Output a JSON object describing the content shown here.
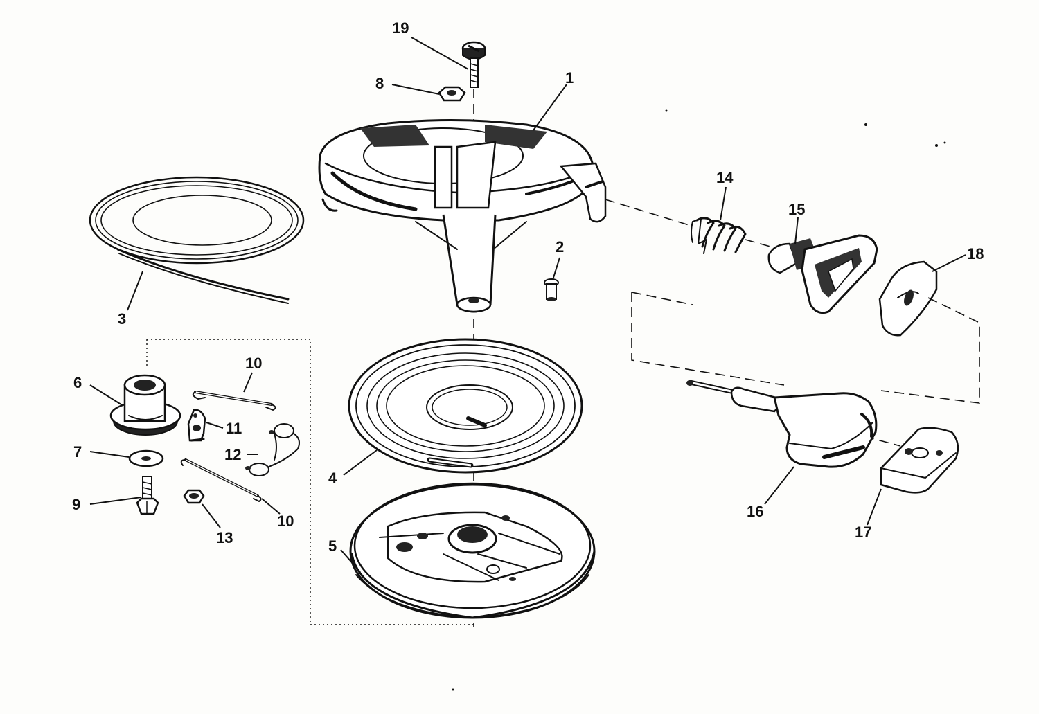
{
  "callouts": {
    "c1": "1",
    "c2": "2",
    "c3": "3",
    "c4": "4",
    "c5": "5",
    "c6": "6",
    "c7": "7",
    "c8": "8",
    "c9": "9",
    "c10a": "10",
    "c10b": "10",
    "c11": "11",
    "c12": "12",
    "c13": "13",
    "c14": "14",
    "c15": "15",
    "c16": "16",
    "c17": "17",
    "c18": "18",
    "c19": "19"
  },
  "colors": {
    "ink": "#111111",
    "paper": "#fdfdfb"
  }
}
